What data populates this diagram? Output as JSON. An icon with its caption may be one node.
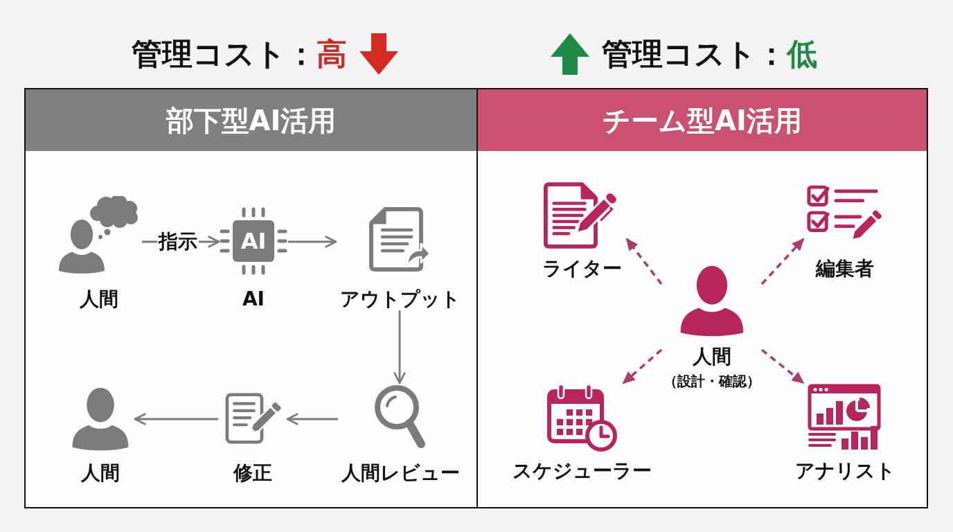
{
  "diagram": {
    "nodes": [
      {
        "text": [
          "部下型AI活用"
        ]
      },
      {
        "text": [
          "人間"
        ],
        "in": 0
      },
      {
        "text": [
          "AI",
          "AI"
        ],
        "in": 0
      },
      {
        "text": [
          "アウトプット"
        ],
        "in": 0
      },
      {
        "text": [
          "人間レビュー"
        ],
        "in": 0
      },
      {
        "text": [
          "修正"
        ],
        "in": 0
      },
      {
        "text": [
          "人間"
        ],
        "in": 0
      },
      {
        "text": [
          "チーム型AI活用"
        ]
      },
      {
        "text": [
          "人間",
          "（設計・確認）"
        ],
        "in": 7
      },
      {
        "text": [
          "ライター"
        ],
        "in": 7
      },
      {
        "text": [
          "編集者"
        ],
        "in": 7
      },
      {
        "text": [
          "スケジューラー"
        ],
        "in": 7
      },
      {
        "text": [
          "アナリスト"
        ],
        "in": 7
      }
    ],
    "edges": [
      {
        "from": 1,
        "to": 2,
        "arrow": "to",
        "label": "指示"
      },
      {
        "from": 2,
        "to": 3,
        "arrow": "to"
      },
      {
        "from": 3,
        "to": 4,
        "arrow": "to"
      },
      {
        "from": 4,
        "to": 5,
        "arrow": "to"
      },
      {
        "from": 5,
        "to": 6,
        "arrow": "to"
      },
      {
        "from": 8,
        "to": 9,
        "arrow": "to",
        "style": "dashed",
        "color": "#b23a6b"
      },
      {
        "from": 8,
        "to": 10,
        "arrow": "to",
        "style": "dashed",
        "color": "#b23a6b"
      },
      {
        "from": 8,
        "to": 11,
        "arrow": "to",
        "style": "dashed",
        "color": "#b23a6b"
      },
      {
        "from": 8,
        "to": 12,
        "arrow": "to",
        "style": "dashed",
        "color": "#b23a6b"
      }
    ],
    "labels": [
      "管理コスト：",
      "高",
      "管理コスト：",
      "低"
    ]
  }
}
